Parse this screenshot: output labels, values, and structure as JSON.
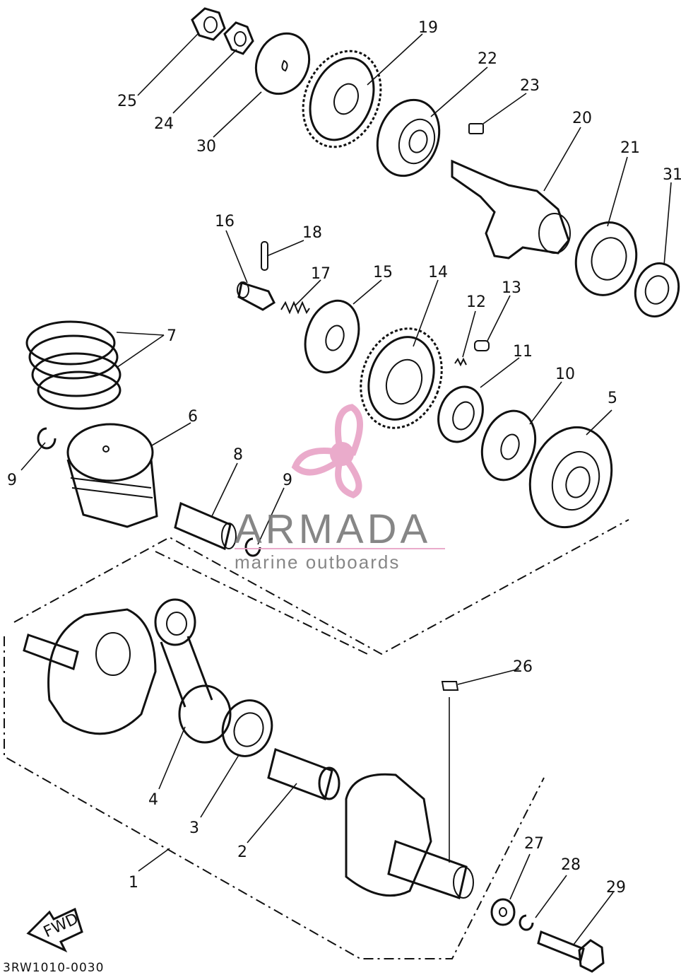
{
  "diagram_code": "3RW1010-0030",
  "fwd_label": "FWD",
  "watermark": {
    "brand": "ARMADA",
    "tagline": "marine outboards",
    "color_pink": "#e8a3c6",
    "color_gray": "#7a7a7a"
  },
  "callouts": [
    "1",
    "2",
    "3",
    "4",
    "5",
    "6",
    "7",
    "8",
    "9",
    "9",
    "10",
    "11",
    "12",
    "13",
    "14",
    "15",
    "16",
    "17",
    "18",
    "19",
    "20",
    "21",
    "22",
    "23",
    "24",
    "25",
    "26",
    "27",
    "28",
    "29",
    "30",
    "31"
  ]
}
